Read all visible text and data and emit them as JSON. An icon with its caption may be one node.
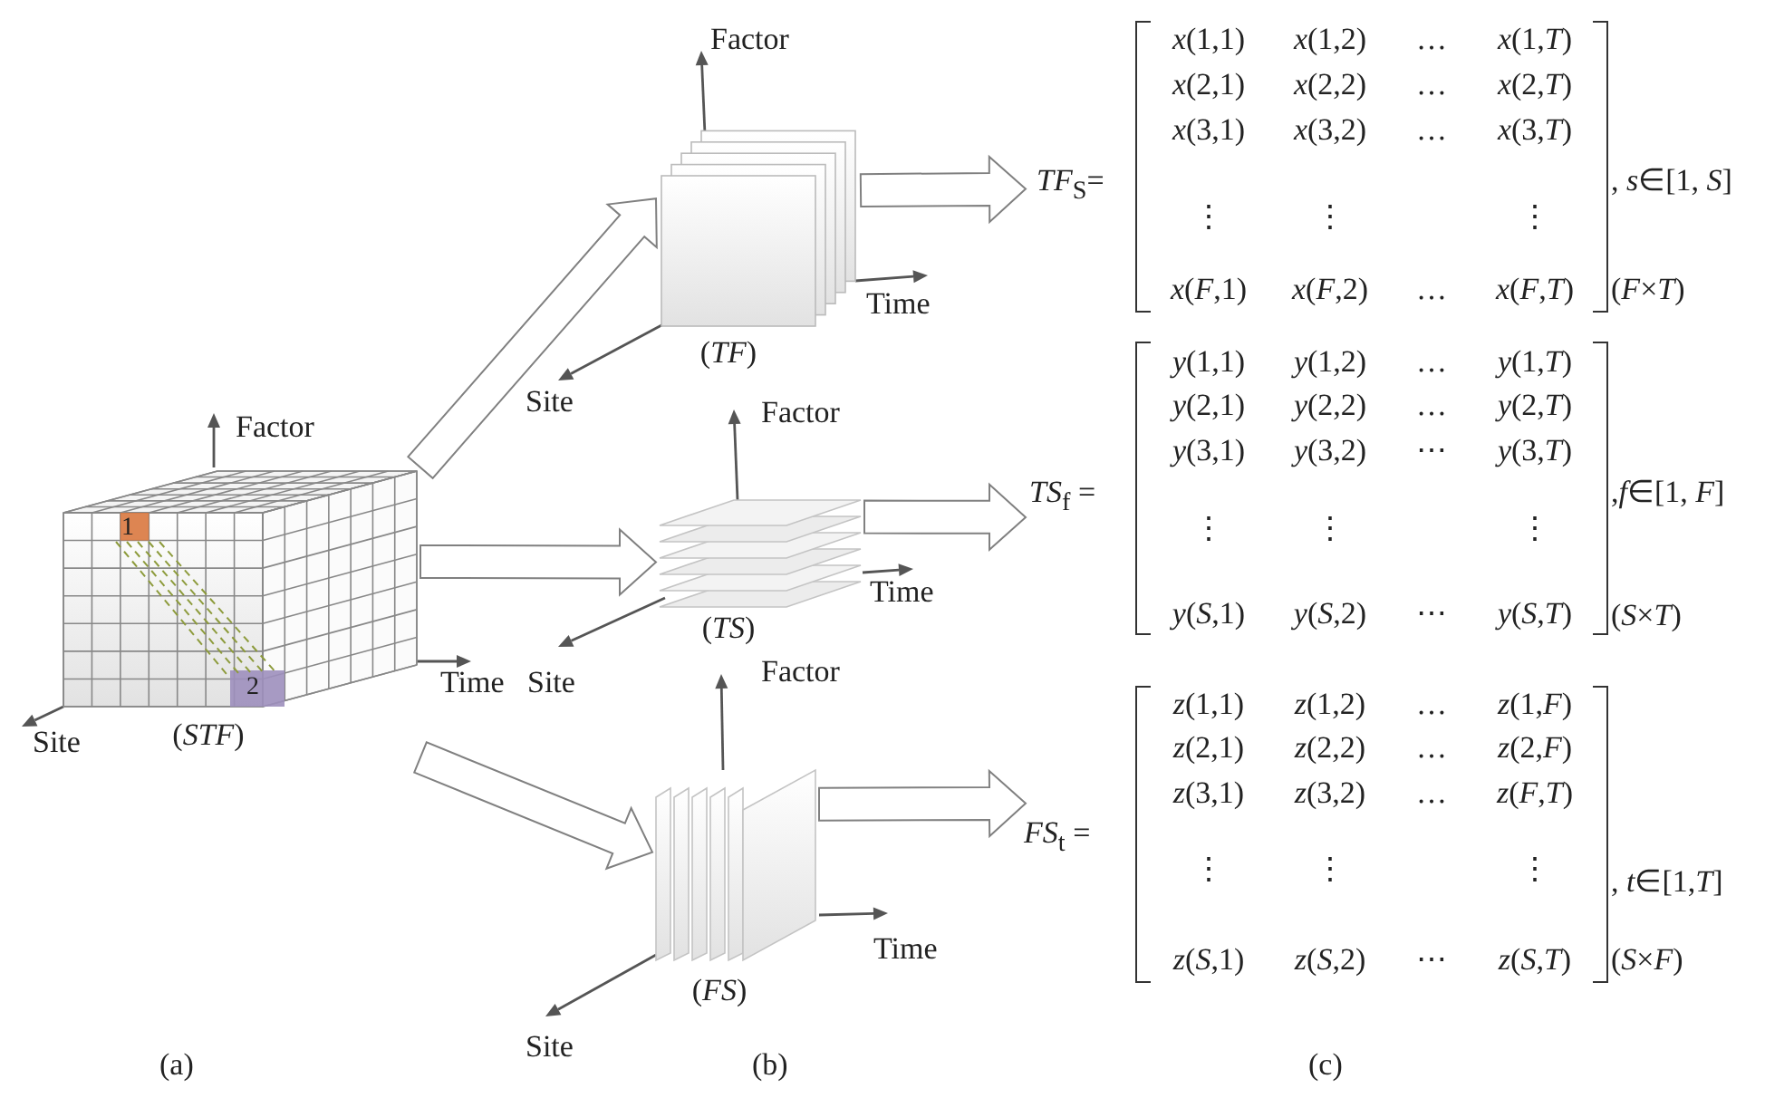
{
  "diagram": {
    "nodes": [
      {
        "text": [
          "(*STF*)"
        ]
      },
      {
        "text": [
          "(*TF*)"
        ]
      },
      {
        "text": [
          "(*TS*)"
        ]
      },
      {
        "text": [
          "(*FS*)"
        ]
      },
      {
        "text": [
          "*TF*$_{S}$=",
          "*x*(1,1)",
          "*x*(1,2)",
          "…",
          "*x*(1,*T*)",
          "*x*(2,1)",
          "*x*(2,2)",
          "…",
          "*x*(2,*T*)",
          "*x*(3,1)",
          "*x*(3,2)",
          "…",
          "*x*(3,*T*)",
          "⋮",
          "⋮",
          "⋮",
          "*x*(*F*,1)",
          "*x*(*F*,2)",
          "…",
          "*x*(*F*,*T*)",
          ", *s*∈[1, *S*]",
          "(*F*×*T*)"
        ]
      },
      {
        "text": [
          "*TS*$_{f}$ =",
          "*y*(1,1)",
          "*y*(1,2)",
          "…",
          "*y*(1,*T*)",
          "*y*(2,1)",
          "*y*(2,2)",
          "…",
          "*y*(2,*T*)",
          "*y*(3,1)",
          "*y*(3,2)",
          "⋯",
          "*y*(3,*T*)",
          "⋮",
          "⋮",
          "⋮",
          "*y*(*S*,1)",
          "*y*(*S*,2)",
          "⋯",
          "*y*(*S*,*T*)",
          ",*f*∈[1, *F*]",
          "(*S*×*T*)"
        ]
      },
      {
        "text": [
          "*FS*$_{t}$ =",
          "*z*(1,1)",
          "*z*(1,2)",
          "…",
          "*z*(1,*F*)",
          "*z*(2,1)",
          "*z*(2,2)",
          "…",
          "*z*(2,*F*)",
          "*z*(3,1)",
          "*z*(3,2)",
          "…",
          "*z*(*F*,*T*)",
          "⋮",
          "⋮",
          "⋮",
          "*z*(*S*,1)",
          "*z*(*S*,2)",
          "⋯",
          "*z*(*S*,*T*)",
          ", *t*∈[1,*T*]",
          "(*S*×*F*)"
        ]
      }
    ],
    "edges": [
      {
        "from": 0,
        "to": 1,
        "arrow": "to"
      },
      {
        "from": 0,
        "to": 2,
        "arrow": "to"
      },
      {
        "from": 0,
        "to": 3,
        "arrow": "to"
      },
      {
        "from": 1,
        "to": 4,
        "arrow": "to"
      },
      {
        "from": 2,
        "to": 5,
        "arrow": "to"
      },
      {
        "from": 3,
        "to": 6,
        "arrow": "to"
      }
    ],
    "labels": [
      "Factor",
      "Time",
      "Site",
      "Factor",
      "Factor",
      "1",
      "Time",
      "2",
      "Time",
      "Site",
      "Site",
      "Factor",
      "Time",
      "Site",
      "(a)",
      "(b)",
      "(c)"
    ]
  }
}
